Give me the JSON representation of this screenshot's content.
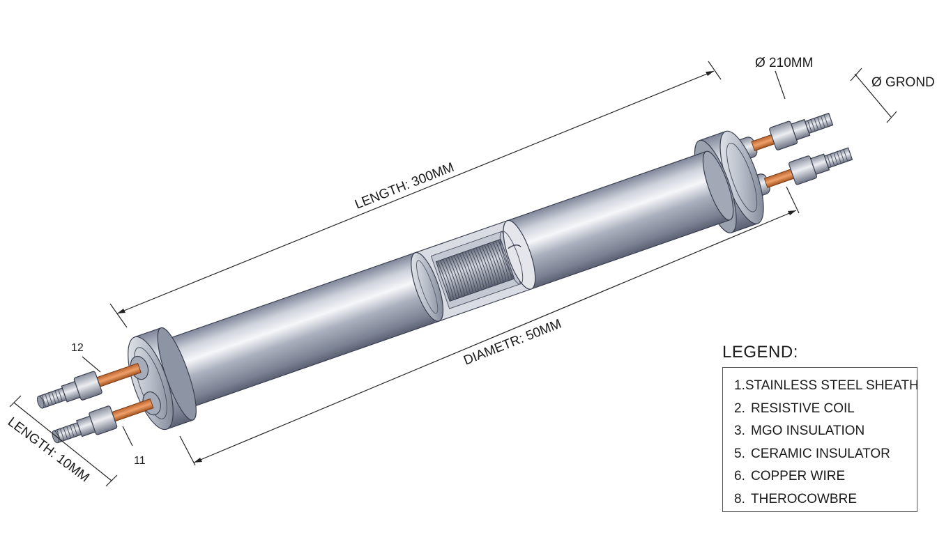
{
  "dimensions": {
    "overall_length": "LENGTH: 300MM",
    "diameter": "DIAMETR: 50MM",
    "terminal_length": "LENGTH: 10MM",
    "terminal_diameter": "Ø 210MM",
    "ground_diameter": "Ø GROND"
  },
  "callouts": {
    "upper_terminal": "12",
    "lower_terminal": "11"
  },
  "legend": {
    "title": "LEGEND:",
    "items": [
      {
        "num": "1.",
        "label": "STAINLESS STEEL SHEATH"
      },
      {
        "num": "2.",
        "label": "RESISTIVE COIL"
      },
      {
        "num": "3.",
        "label": "MGO INSULATION"
      },
      {
        "num": "5.",
        "label": "CERAMIC INSULATOR"
      },
      {
        "num": "6.",
        "label": "COPPER WIRE"
      },
      {
        "num": "8.",
        "label": "THEROCOWBRE"
      }
    ]
  },
  "colors": {
    "steel": "#b9bfcb",
    "steel_dark": "#6f7788",
    "copper": "#d07a3e",
    "line": "#222222"
  }
}
